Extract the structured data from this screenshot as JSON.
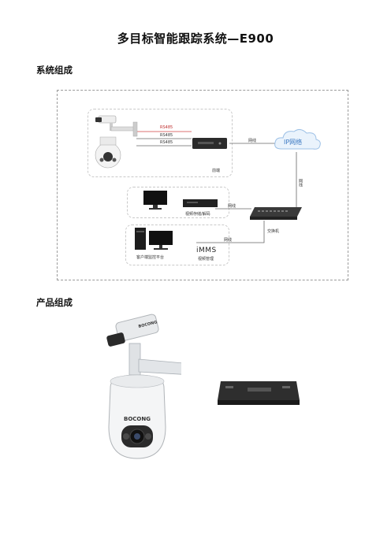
{
  "doc": {
    "title": "多目标智能跟踪系统—E900",
    "section1_heading": "系统组成",
    "section2_heading": "产品组成"
  },
  "diagram": {
    "front_end_label": "前端",
    "line_labels": [
      "RS485",
      "RS485",
      "RS485"
    ],
    "link_front_to_cloud": "网线",
    "cloud_label": "IP网络",
    "link_cloud_to_switch": "网线",
    "storage_label": "视频存储/解码",
    "link_storage_to_switch": "网线",
    "switch_label": "交换机",
    "link_client_to_switch": "网线",
    "imms_title": "iMMS",
    "imms_subtitle": "视频管理",
    "client_label": "客户端监控平台"
  },
  "product": {
    "camera_brand": "BOCONG"
  }
}
